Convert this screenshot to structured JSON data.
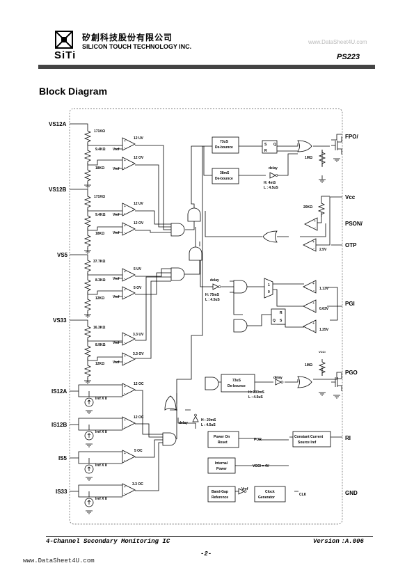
{
  "header": {
    "logo_text": "SiTi",
    "company_cn": "矽創科技股份有限公司",
    "company_en": "SILICON TOUCH TECHNOLOGY INC.",
    "watermark": "www.DataSheet4U.com",
    "part_number": "PS223"
  },
  "section_title": "Block Diagram",
  "diagram": {
    "inputs": {
      "vs12a": "VS12A",
      "vs12b": "VS12B",
      "vs5": "VS5",
      "vs33": "VS33",
      "is12a": "IS12A",
      "is12b": "IS12B",
      "is5": "IS5",
      "is33": "IS33"
    },
    "resistors": {
      "r171k_a": "171KΩ",
      "r94k_a": "9.4KΩ",
      "r18k_a": "18KΩ",
      "r171k_b": "171KΩ",
      "r94k_b": "9.4KΩ",
      "r18k_b": "18KΩ",
      "r377k": "37.7KΩ",
      "r83k": "8.3KΩ",
      "r12k_a": "12KΩ",
      "r163k": "16.3KΩ",
      "r89k": "8.9KΩ",
      "r12k_b": "12KΩ",
      "r1m_a": "1MΩ",
      "r20k": "20KΩ",
      "r1m_b": "1MΩ"
    },
    "vref": "Vref",
    "comparators": {
      "c12uv_a": "12 UV",
      "c12ov_a": "12 OV",
      "c12uv_b": "12 UV",
      "c12ov_b": "12 OV",
      "c5uv": "5 UV",
      "c5ov": "5 OV",
      "c33uv": "3.3 UV",
      "c33ov": "3.3 OV",
      "c12oc_a": "12 OC",
      "c12oc_b": "12 OC",
      "c5oc": "5 OC",
      "c33oc": "3.3 OC"
    },
    "iref": "Iref X 8",
    "blocks": {
      "deb73_a_1": "73uS",
      "deb73_a_2": "De-bounce",
      "deb38_1": "38mS",
      "deb38_2": "De-bounce",
      "deb73_b_1": "73uS",
      "deb73_b_2": "De-bounce",
      "por_1": "Power On",
      "por_2": "Reset",
      "int_1": "Internal",
      "int_2": "Power",
      "bg_1": "Band-Gap",
      "bg_2": "Reference",
      "clk_1": "Clock",
      "clk_2": "Generator",
      "ccs_1": "Constant Current",
      "ccs_2": "Source Iref"
    },
    "sr_s": "S",
    "sr_q": "Q",
    "sr_r": "R",
    "sr2_r": "R",
    "sr2_q": "Q",
    "sr2_s": "S",
    "mux_1": "1",
    "mux_0": "0",
    "delays": {
      "d_fpo": "delay",
      "d_fpo_h": "H: 4mS",
      "d_fpo_l": "L : 4.5uS",
      "d_pgi": "delay",
      "d_pgi_h": "H: 75mS",
      "d_pgi_l": "L : 4.5uS",
      "d_pgo": "delay",
      "d_pgo_h": "H: 300mS",
      "d_pgo_l": "L : 4.5uS",
      "d_oc": "delay",
      "d_oc_h": "H : 20mS",
      "d_oc_l": "L : 4.5uS"
    },
    "ref_levels": {
      "v25": "2.5V",
      "v113": "1.13V",
      "v063": "0.63V",
      "v125": "1.25V"
    },
    "signals": {
      "por": "POR",
      "vcci": "VCCI = 4V",
      "vref_sig": "Vref",
      "clk": "CLK",
      "vcci_small": "VCCI"
    },
    "outputs": {
      "fpo": "FPO/",
      "vcc": "Vcc",
      "pson": "PSON/",
      "otp": "OTP",
      "pgi": "PGI",
      "pgo": "PGO",
      "ri": "RI",
      "gnd": "GND"
    }
  },
  "footer": {
    "left": "4-Channel Secondary Monitoring IC",
    "right": "Version :A.006",
    "page": "-2-",
    "watermark": "www.DataSheet4U.com"
  }
}
